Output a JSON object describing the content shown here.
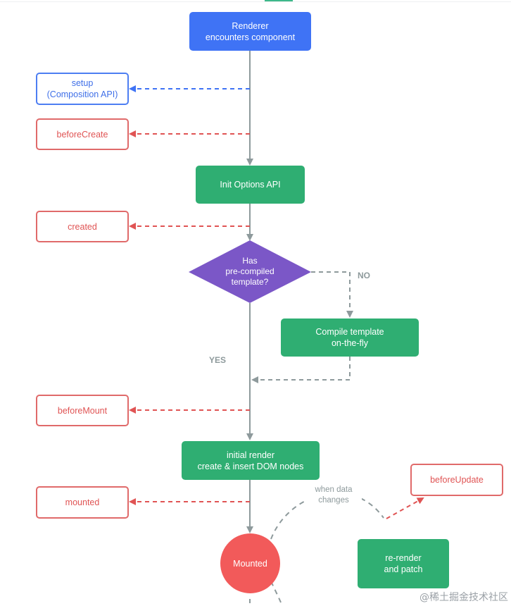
{
  "nodes": {
    "renderer": "Renderer\nencounters component",
    "setup": "setup\n(Composition API)",
    "before_create": "beforeCreate",
    "init_options": "Init Options API",
    "created": "created",
    "has_template": "Has\npre-compiled\ntemplate?",
    "compile_template": "Compile template\non-the-fly",
    "before_mount": "beforeMount",
    "initial_render": "initial render\ncreate & insert DOM nodes",
    "mounted_hook": "mounted",
    "mounted_state": "Mounted",
    "before_update": "beforeUpdate",
    "rerender": "re-render\nand patch"
  },
  "labels": {
    "no": "NO",
    "yes": "YES",
    "when_data_changes": "when data\nchanges"
  },
  "watermark": "@稀土掘金技术社区",
  "colors": {
    "blue": "#3f73f5",
    "green": "#2fae72",
    "red": "#e05454",
    "purple": "#7b57c7",
    "gray": "#8e9a9c",
    "mounted_circle": "#f25a5a"
  }
}
